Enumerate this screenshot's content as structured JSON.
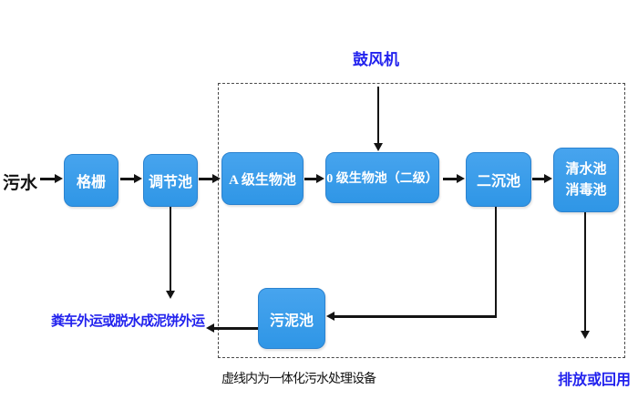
{
  "diagram": {
    "labels": {
      "influent": "污水",
      "blower": "鼓风机",
      "sludge_disposal": "粪车外运或脱水成泥饼外运",
      "discharge": "排放或回用",
      "dashed_note": "虚线内为一体化污水处理设备"
    },
    "boxes": {
      "grid": "格栅",
      "regulating_tank": "调节池",
      "a_bio_tank": "A 级生物池",
      "o_bio_tank": "0 级生物池（二级）",
      "secondary_sedimentation_tank": "二沉池",
      "clear_water_tank_line1": "清水池",
      "clear_water_tank_line2": "消毒池",
      "sludge_tank": "污泥池"
    },
    "colors": {
      "box_fill": "#3598E6",
      "box_border": "#2B82CF",
      "box_text": "#FFFFFF",
      "blue_text": "#2222EE",
      "black_text": "#111111",
      "arrow": "#141414"
    }
  }
}
